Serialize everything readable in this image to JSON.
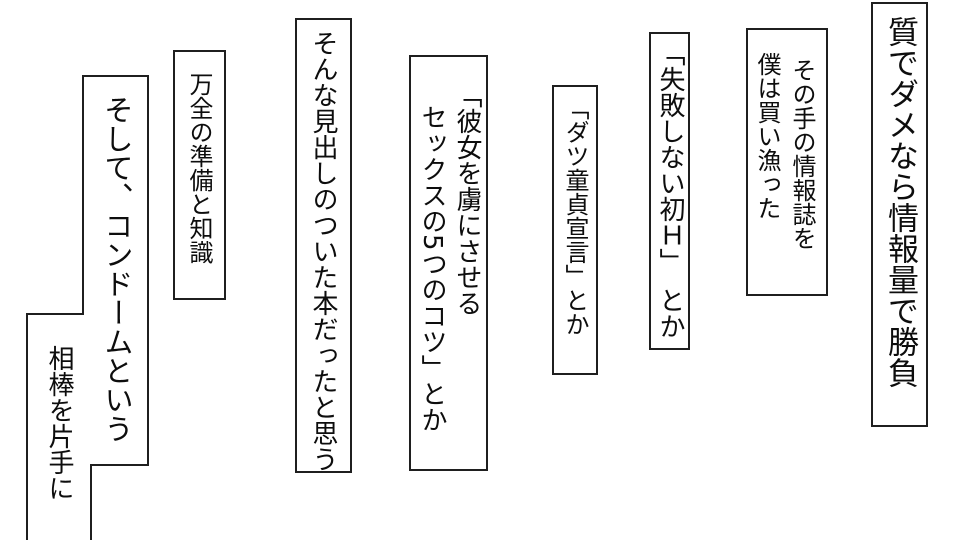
{
  "page": {
    "kind": "manga-caption-page",
    "background_color": "#ffffff",
    "box_border_color": "#1f1f1f",
    "text_color": "#0d0d0d",
    "writing_direction": "vertical-rl"
  },
  "captions": [
    {
      "lines": [
        "質でダメなら情報量で勝負"
      ]
    },
    {
      "lines": [
        "その手の情報誌を",
        "僕は買い漁った"
      ]
    },
    {
      "lines": [
        "「失敗しない初Ｈ」　とか"
      ]
    },
    {
      "lines": [
        "「ダツ童貞宣言」とか"
      ]
    },
    {
      "lines": [
        "「彼女を虜にさせる",
        "セックスの5つのコツ」とか"
      ]
    },
    {
      "lines": [
        "そんな見出しのついた本だったと思う"
      ]
    },
    {
      "lines": [
        "万全の準備と知識"
      ]
    },
    {
      "lines": [
        "そして、コンドームという",
        "相棒を片手に"
      ]
    }
  ]
}
